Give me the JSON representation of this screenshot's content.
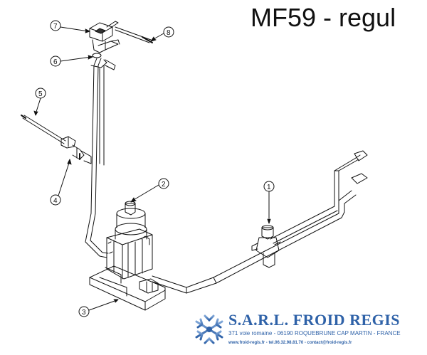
{
  "title": "MF59 - regul",
  "company": {
    "name": "S.A.R.L. FROID REGIS",
    "address": "371 voie romaine - 06190 ROQUEBRUNE CAP MARTIN - FRANCE",
    "contact": "www.froid-regis.fr - tel.06.32.98.81.70 - contact@froid-regis.fr"
  },
  "callouts": [
    {
      "id": "1",
      "label": "1"
    },
    {
      "id": "2",
      "label": "2"
    },
    {
      "id": "3",
      "label": "3"
    },
    {
      "id": "4",
      "label": "4"
    },
    {
      "id": "5",
      "label": "5"
    },
    {
      "id": "6",
      "label": "6"
    },
    {
      "id": "7",
      "label": "7"
    },
    {
      "id": "8",
      "label": "8"
    }
  ],
  "colors": {
    "brand_blue": "#2f62a8",
    "line": "#111111"
  },
  "icons": [
    "snowflake-logo-icon"
  ]
}
